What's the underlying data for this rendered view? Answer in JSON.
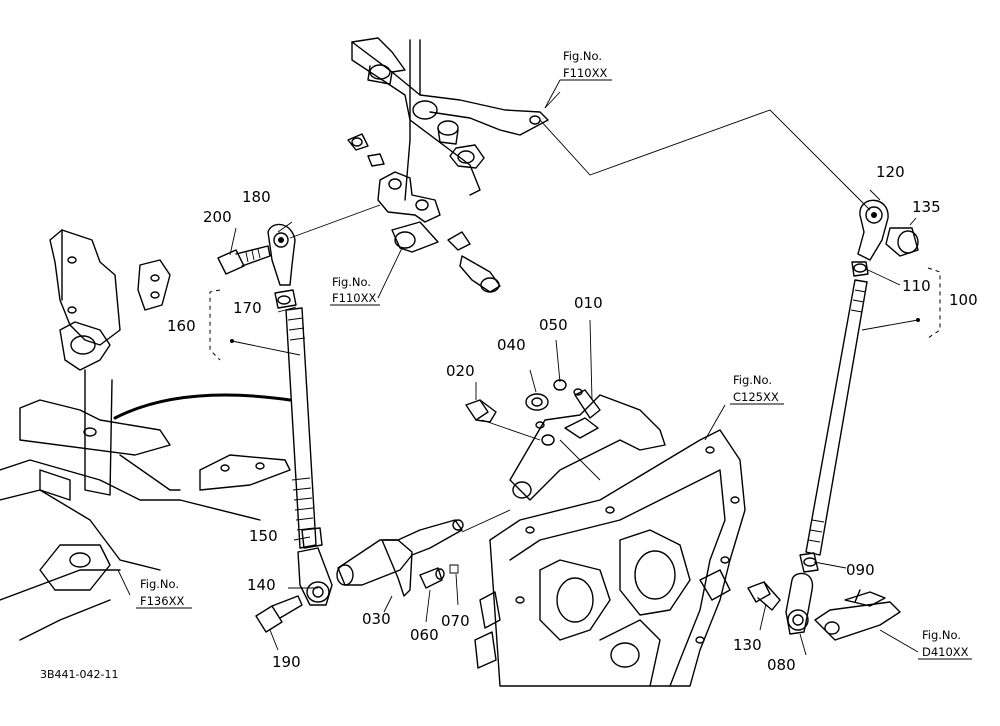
{
  "diagram_code": "3B441-042-11",
  "fig_refs": {
    "f110_top": {
      "line1": "Fig.No.",
      "line2": "F110XX"
    },
    "f110_mid": {
      "line1": "Fig.No.",
      "line2": "F110XX"
    },
    "c125": {
      "line1": "Fig.No.",
      "line2": "C125XX"
    },
    "f136": {
      "line1": "Fig.No.",
      "line2": "F136XX"
    },
    "d410": {
      "line1": "Fig.No.",
      "line2": "D410XX"
    }
  },
  "parts": {
    "p010": "010",
    "p020": "020",
    "p030": "030",
    "p040": "040",
    "p050": "050",
    "p060": "060",
    "p070": "070",
    "p080": "080",
    "p090": "090",
    "p100": "100",
    "p110": "110",
    "p120": "120",
    "p130": "130",
    "p135": "135",
    "p140": "140",
    "p150": "150",
    "p160": "160",
    "p170": "170",
    "p180": "180",
    "p190": "190",
    "p200": "200"
  }
}
